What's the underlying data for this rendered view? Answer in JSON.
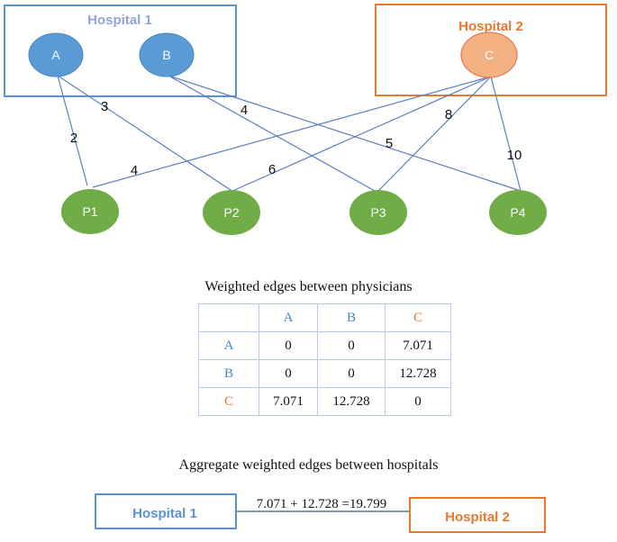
{
  "hospitals": {
    "h1": {
      "label": "Hospital 1",
      "color": "#8ea6da",
      "border": "#5b93cf"
    },
    "h2": {
      "label": "Hospital 2",
      "color": "#e8782e",
      "border": "#e8782e"
    }
  },
  "nodes": {
    "A": "A",
    "B": "B",
    "C": "C",
    "P1": "P1",
    "P2": "P2",
    "P3": "P3",
    "P4": "P4"
  },
  "edges": [
    {
      "from": "A",
      "to": "P1",
      "weight": "2"
    },
    {
      "from": "A",
      "to": "P2",
      "weight": "3"
    },
    {
      "from": "B",
      "to": "P3",
      "weight": "4"
    },
    {
      "from": "B",
      "to": "P4",
      "weight": "5"
    },
    {
      "from": "C",
      "to": "P1",
      "weight": "4"
    },
    {
      "from": "C",
      "to": "P2",
      "weight": "6"
    },
    {
      "from": "C",
      "to": "P3",
      "weight": "8"
    },
    {
      "from": "C",
      "to": "P4",
      "weight": "10"
    }
  ],
  "colors": {
    "physician_node": "#70ad47",
    "hospital1_node": "#5b9bd5",
    "hospital2_node": "#f4b183",
    "edge": "#5b7fc0",
    "table_border": "#b9c9e3"
  },
  "matrix": {
    "title": "Weighted edges between physicians",
    "header": [
      "",
      "A",
      "B",
      "C"
    ],
    "rows": [
      {
        "label": "A",
        "values": [
          "0",
          "0",
          "7.071"
        ]
      },
      {
        "label": "B",
        "values": [
          "0",
          "0",
          "12.728"
        ]
      },
      {
        "label": "C",
        "values": [
          "7.071",
          "12.728",
          "0"
        ]
      }
    ]
  },
  "aggregate": {
    "title": "Aggregate weighted edges between hospitals",
    "equation": "7.071 + 12.728 =19.799",
    "left_label": "Hospital 1",
    "right_label": "Hospital 2"
  }
}
